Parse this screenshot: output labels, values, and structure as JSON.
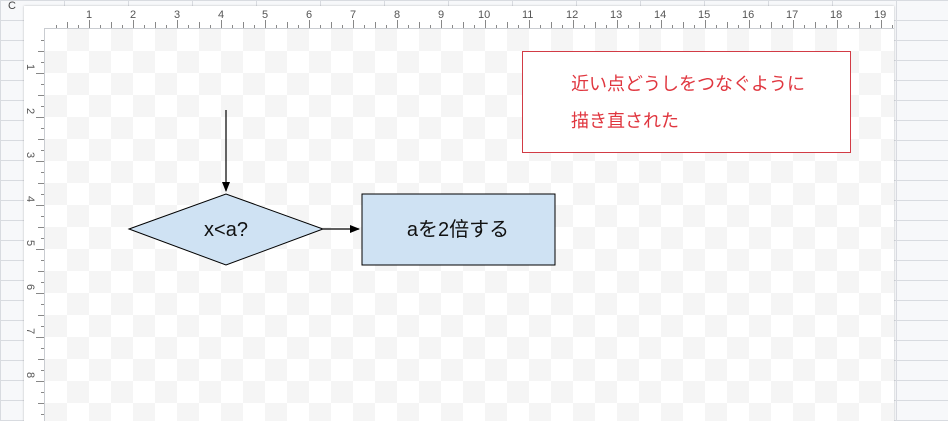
{
  "spreadsheet": {
    "column_letter": "C"
  },
  "ruler": {
    "horizontal_numbers": [
      "1",
      "2",
      "3",
      "4",
      "5",
      "6",
      "7",
      "8",
      "9",
      "10",
      "11",
      "12",
      "13",
      "14",
      "15",
      "16",
      "17",
      "18",
      "19"
    ],
    "vertical_numbers": [
      "1",
      "2",
      "3",
      "4",
      "5",
      "6",
      "7",
      "8"
    ]
  },
  "flowchart": {
    "decision_label": "x<a?",
    "process_label": "aを2倍する",
    "decision_fill": "#cfe2f3",
    "process_fill": "#cfe2f3",
    "stroke_color": "#000000"
  },
  "note": {
    "line1": "近い点どうしをつなぐように",
    "line2": "描き直された",
    "text_color": "#e0363f",
    "border_color": "#d23b45"
  }
}
